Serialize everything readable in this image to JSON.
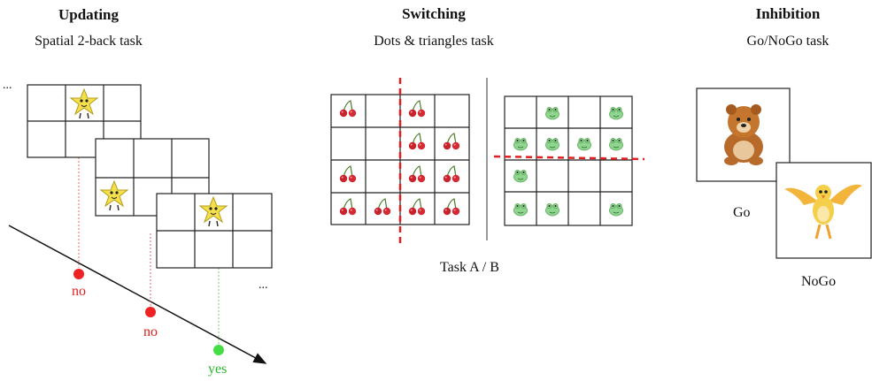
{
  "sections": {
    "updating": {
      "title": "Updating",
      "subtitle": "Spatial 2-back task"
    },
    "switching": {
      "title": "Switching",
      "subtitle": "Dots & triangles task",
      "caption": "Task A / B"
    },
    "inhibition": {
      "title": "Inhibition",
      "subtitle": "Go/NoGo task"
    }
  },
  "updating_responses": [
    "no",
    "no",
    "yes"
  ],
  "ellipsis": "...",
  "go_label": "Go",
  "nogo_label": "NoGo",
  "colors": {
    "no": "#ee2222",
    "yes": "#44dd44",
    "arrow": "#111111",
    "dash": "#e02020"
  },
  "icons": {
    "star": "star-character-icon",
    "cherry": "cherry-icon",
    "frog": "frog-icon",
    "bear": "bear-icon",
    "bird": "bird-icon"
  }
}
